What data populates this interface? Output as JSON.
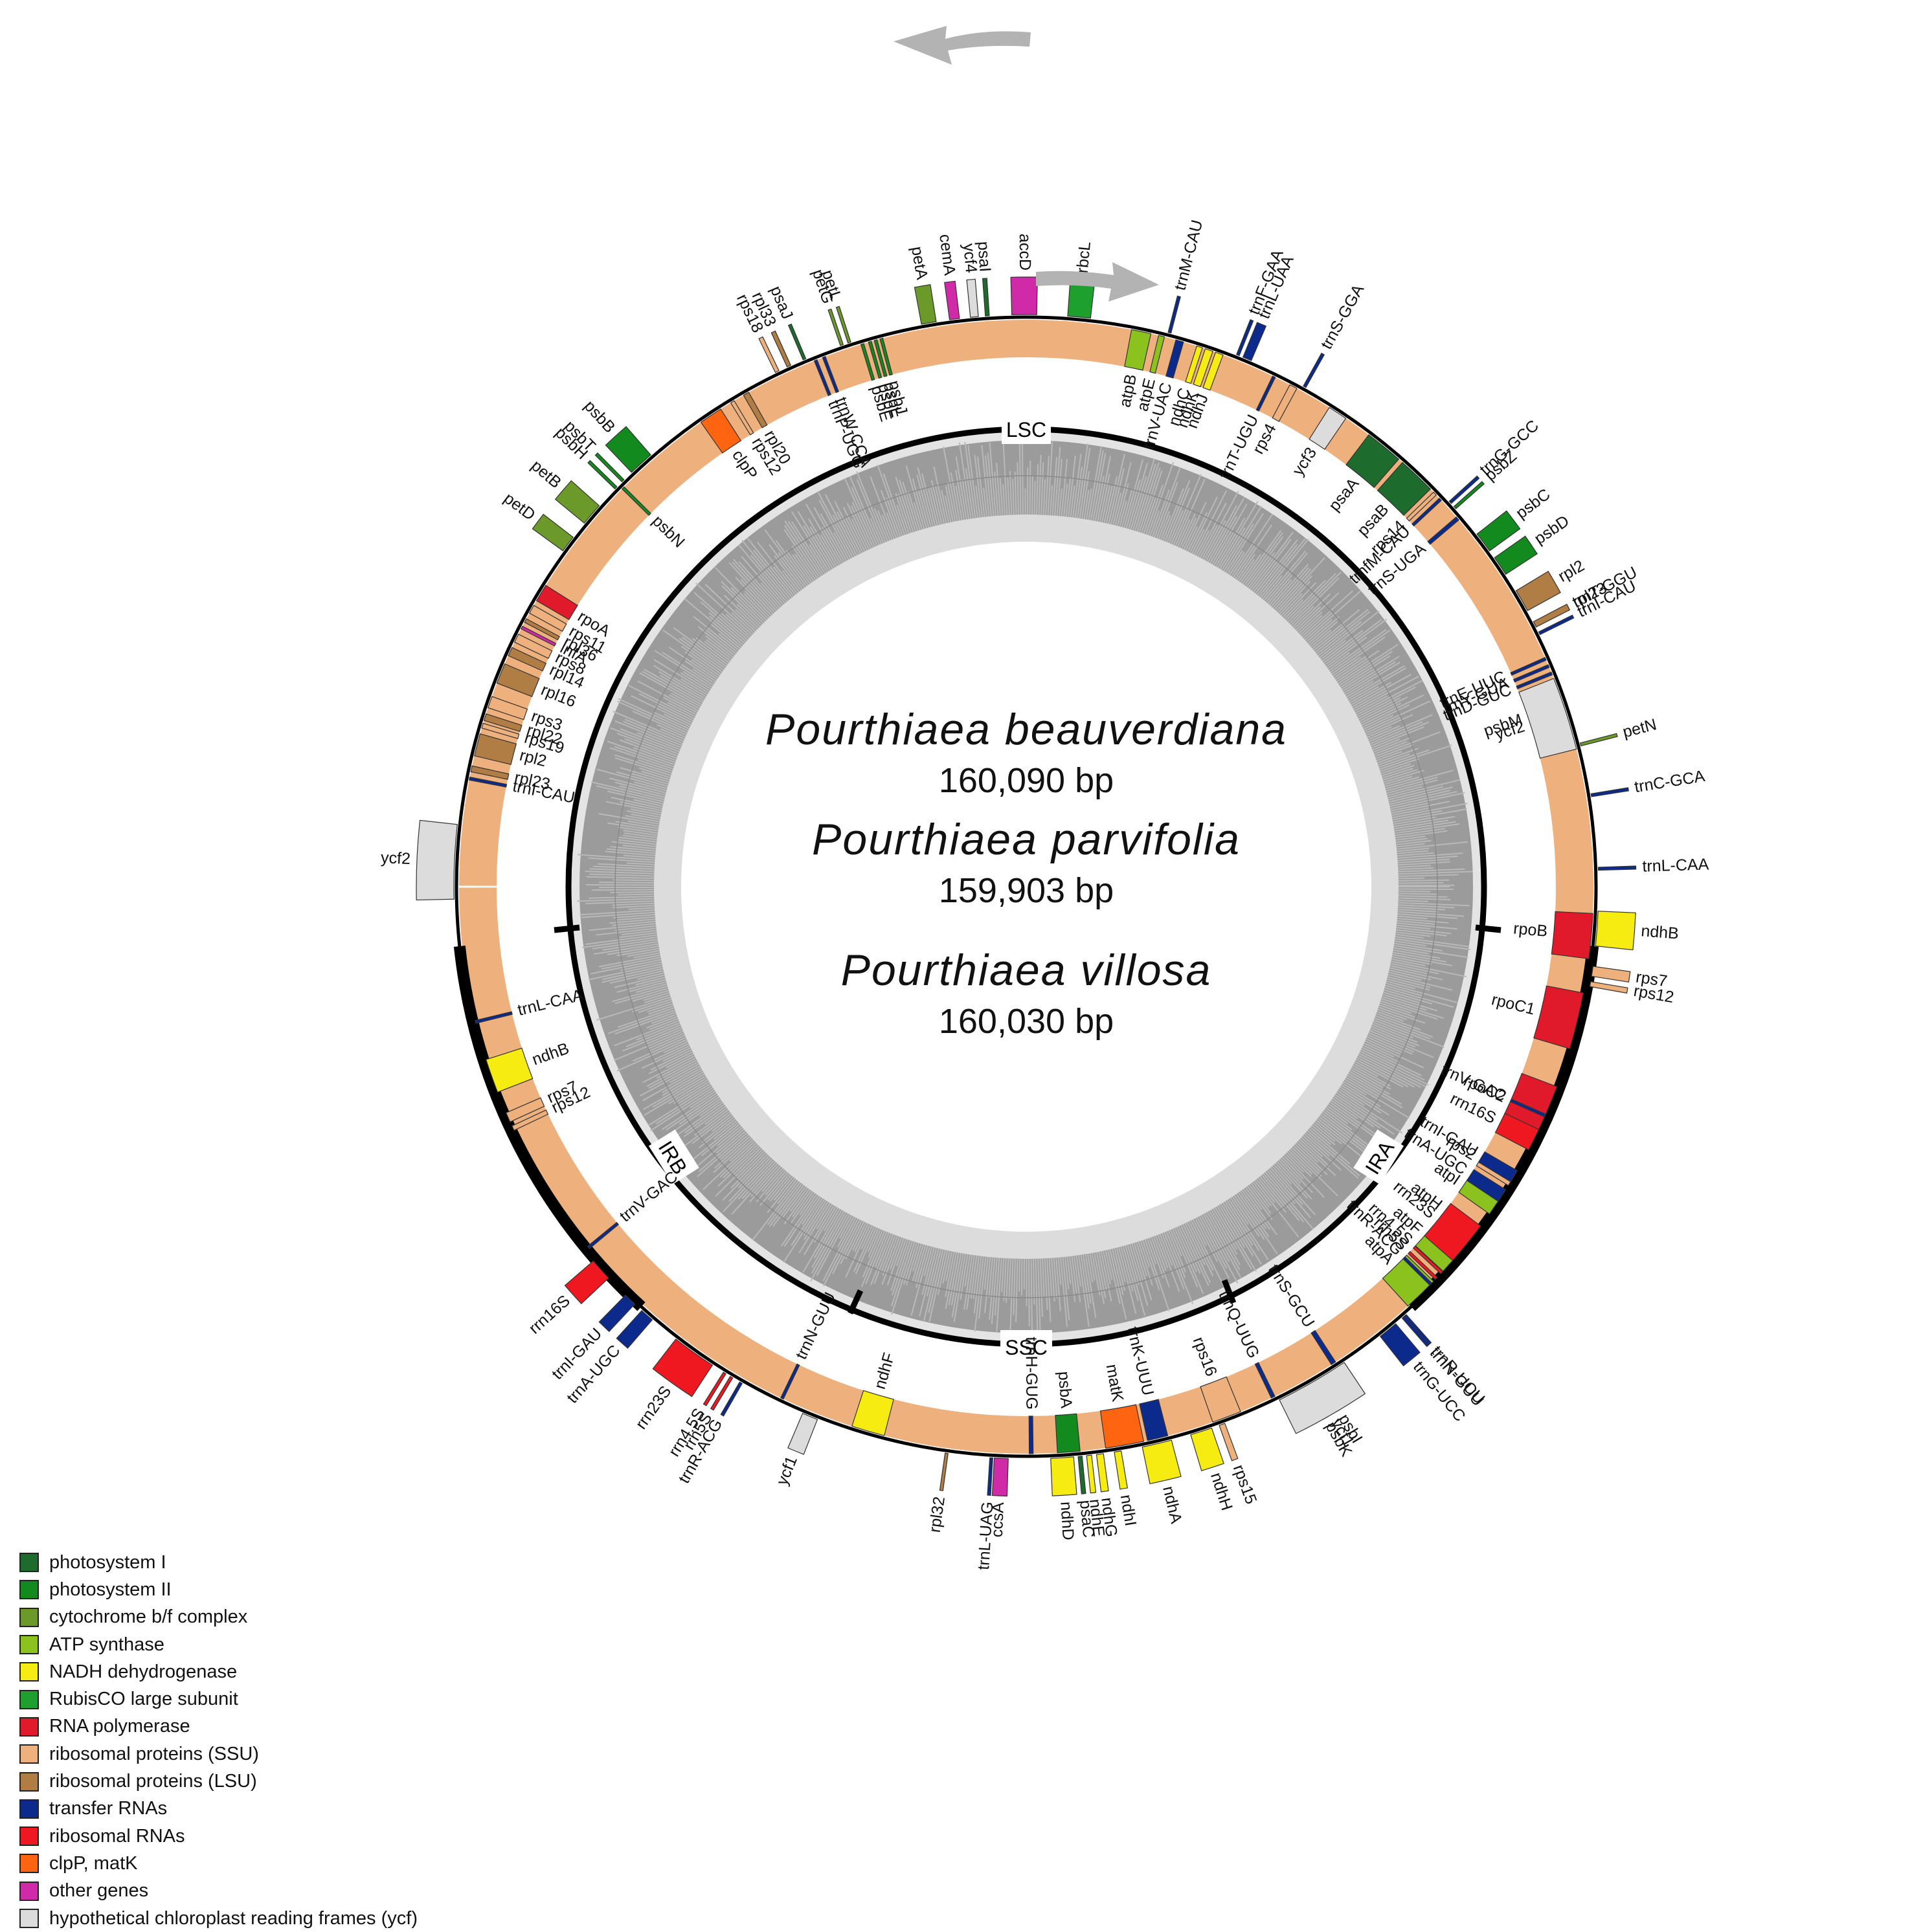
{
  "species": [
    {
      "name": "Pourthiaea beauverdiana",
      "size": "160,090 bp"
    },
    {
      "name": "Pourthiaea parvifolia",
      "size": "159,903 bp"
    },
    {
      "name": "Pourthiaea villosa",
      "size": "160,030 bp"
    }
  ],
  "regions": {
    "lsc": "LSC",
    "ssc": "SSC",
    "ira": "IRA",
    "irb": "IRB"
  },
  "legend": [
    {
      "key": "psI",
      "label": "photosystem I",
      "color": "#1e6b2e"
    },
    {
      "key": "psII",
      "label": "photosystem II",
      "color": "#138a1e"
    },
    {
      "key": "cyt",
      "label": "cytochrome b/f complex",
      "color": "#6b9a2a"
    },
    {
      "key": "atp",
      "label": "ATP synthase",
      "color": "#8cc21e"
    },
    {
      "key": "ndh",
      "label": "NADH dehydrogenase",
      "color": "#f7ec11"
    },
    {
      "key": "rbc",
      "label": "RubisCO large subunit",
      "color": "#1ea02e"
    },
    {
      "key": "rpo",
      "label": "RNA polymerase",
      "color": "#e0192b"
    },
    {
      "key": "ssu",
      "label": "ribosomal proteins (SSU)",
      "color": "#eeb07c"
    },
    {
      "key": "lsu",
      "label": "ribosomal proteins (LSU)",
      "color": "#b07d45"
    },
    {
      "key": "trna",
      "label": "transfer RNAs",
      "color": "#0c2a8c"
    },
    {
      "key": "rrna",
      "label": "ribosomal RNAs",
      "color": "#ef1820"
    },
    {
      "key": "clp",
      "label": "clpP, matK",
      "color": "#ff6410"
    },
    {
      "key": "oth",
      "label": "other genes",
      "color": "#d12aa8"
    },
    {
      "key": "ycf",
      "label": "hypothetical chloroplast reading frames (ycf)",
      "color": "#dcdcdc"
    }
  ],
  "genes": [
    {
      "n": "trnH-GUG",
      "a": 89.5,
      "w": 0.4,
      "c": "trna",
      "s": "in"
    },
    {
      "n": "psbA",
      "a": 85.7,
      "w": 2.3,
      "c": "psII",
      "s": "in"
    },
    {
      "n": "matK",
      "a": 80.0,
      "w": 3.9,
      "c": "clp",
      "s": "in"
    },
    {
      "n": "trnK-UUU",
      "a": 76.6,
      "w": 2.1,
      "c": "trna",
      "s": "in"
    },
    {
      "n": "rps16",
      "a": 69.3,
      "w": 3.0,
      "c": "ssu",
      "s": "in"
    },
    {
      "n": "trnQ-UUG",
      "a": 64.2,
      "w": 0.4,
      "c": "trna",
      "s": "in"
    },
    {
      "n": "psbK",
      "a": 60.6,
      "w": 0.6,
      "c": "psII",
      "s": "out"
    },
    {
      "n": "psbI",
      "a": 59.2,
      "w": 0.4,
      "c": "psII",
      "s": "out"
    },
    {
      "n": "trnS-GCU",
      "a": 57.2,
      "w": 0.5,
      "c": "trna",
      "s": "in"
    },
    {
      "n": "trnG-UCC",
      "a": 50.8,
      "w": 2.0,
      "c": "trna",
      "s": "out"
    },
    {
      "n": "trnR-UCU",
      "a": 48.6,
      "w": 0.4,
      "c": "trna",
      "s": "out"
    },
    {
      "n": "atpA",
      "a": 45.9,
      "w": 3.6,
      "c": "atp",
      "s": "in"
    },
    {
      "n": "atpF",
      "a": 41.3,
      "w": 2.8,
      "c": "atp",
      "s": "in"
    },
    {
      "n": "atpH",
      "a": 37.8,
      "w": 1.4,
      "c": "atp",
      "s": "in"
    },
    {
      "n": "atpI",
      "a": 34.4,
      "w": 1.7,
      "c": "atp",
      "s": "in"
    },
    {
      "n": "rps2",
      "a": 31.1,
      "w": 1.4,
      "c": "ssu",
      "s": "in"
    },
    {
      "n": "rpoC2",
      "a": 23.9,
      "w": 6.5,
      "c": "rpo",
      "s": "in"
    },
    {
      "n": "rpoC1",
      "a": 13.7,
      "w": 5.8,
      "c": "rpo",
      "s": "in"
    },
    {
      "n": "rpoB",
      "a": 5.0,
      "w": 4.6,
      "c": "rpo",
      "s": "in"
    },
    {
      "n": "trnC-GCA",
      "a": -9.2,
      "w": 0.3,
      "c": "trna",
      "s": "out"
    },
    {
      "n": "petN",
      "a": -14.4,
      "w": 0.3,
      "c": "cyt",
      "s": "out"
    },
    {
      "n": "psbM",
      "a": -18.6,
      "w": 0.3,
      "c": "psII",
      "s": "in"
    },
    {
      "n": "trnD-GUC",
      "a": -22.1,
      "w": 0.3,
      "c": "trna",
      "s": "in"
    },
    {
      "n": "trnY-GUA",
      "a": -22.9,
      "w": 0.3,
      "c": "trna",
      "s": "in"
    },
    {
      "n": "trnE-UUC",
      "a": -23.7,
      "w": 0.3,
      "c": "trna",
      "s": "in"
    },
    {
      "n": "trnT-GGU",
      "a": -27.3,
      "w": 0.3,
      "c": "trna",
      "s": "out"
    },
    {
      "n": "psbD",
      "a": -34.1,
      "w": 2.0,
      "c": "psII",
      "s": "out"
    },
    {
      "n": "psbC",
      "a": -37.0,
      "w": 2.1,
      "c": "psII",
      "s": "out"
    },
    {
      "n": "trnS-UGA",
      "a": -40.5,
      "w": 0.4,
      "c": "trna",
      "s": "in"
    },
    {
      "n": "psbZ",
      "a": -41.5,
      "w": 0.3,
      "c": "psII",
      "s": "out"
    },
    {
      "n": "trnG-GCC",
      "a": -42.2,
      "w": 0.3,
      "c": "trna",
      "s": "out"
    },
    {
      "n": "trnfM-CAU",
      "a": -43.1,
      "w": 0.3,
      "c": "trna",
      "s": "in"
    },
    {
      "n": "rps14",
      "a": -43.9,
      "w": 0.4,
      "c": "ssu",
      "s": "in"
    },
    {
      "n": "psaB",
      "a": -46.5,
      "w": 3.9,
      "c": "psI",
      "s": "in"
    },
    {
      "n": "psaA",
      "a": -50.9,
      "w": 3.9,
      "c": "psI",
      "s": "in"
    },
    {
      "n": "ycf3",
      "a": -56.7,
      "w": 2.0,
      "c": "ycf",
      "s": "in"
    },
    {
      "n": "trnS-GGA",
      "a": -60.9,
      "w": 0.3,
      "c": "trna",
      "s": "out"
    },
    {
      "n": "rps4",
      "a": -61.9,
      "w": 0.8,
      "c": "ssu",
      "s": "in"
    },
    {
      "n": "trnT-UGU",
      "a": -64.1,
      "w": 0.3,
      "c": "trna",
      "s": "in"
    },
    {
      "n": "trnL-UAA",
      "a": -67.3,
      "w": 0.9,
      "c": "trna",
      "s": "out"
    },
    {
      "n": "trnF-GAA",
      "a": -68.3,
      "w": 0.3,
      "c": "trna",
      "s": "out"
    },
    {
      "n": "ndhJ",
      "a": -70.1,
      "w": 0.8,
      "c": "ndh",
      "s": "in"
    },
    {
      "n": "ndhK",
      "a": -71.2,
      "w": 0.8,
      "c": "ndh",
      "s": "in"
    },
    {
      "n": "ndhC",
      "a": -72.2,
      "w": 0.6,
      "c": "ndh",
      "s": "in"
    },
    {
      "n": "trnV-UAC",
      "a": -74.3,
      "w": 0.8,
      "c": "trna",
      "s": "in"
    },
    {
      "n": "trnM-CAU",
      "a": -75.5,
      "w": 0.3,
      "c": "trna",
      "s": "out"
    },
    {
      "n": "atpE",
      "a": -76.2,
      "w": 0.6,
      "c": "atp",
      "s": "in"
    },
    {
      "n": "atpB",
      "a": -78.3,
      "w": 2.0,
      "c": "atp",
      "s": "in"
    },
    {
      "n": "rbcL",
      "a": -84.7,
      "w": 2.3,
      "c": "rbc",
      "s": "out"
    },
    {
      "n": "accD",
      "a": -90.2,
      "w": 2.5,
      "c": "oth",
      "s": "out"
    },
    {
      "n": "psaI",
      "a": -93.9,
      "w": 0.4,
      "c": "psI",
      "s": "out"
    },
    {
      "n": "ycf4",
      "a": -95.2,
      "w": 0.8,
      "c": "ycf",
      "s": "out"
    },
    {
      "n": "cemA",
      "a": -97.2,
      "w": 1.0,
      "c": "oth",
      "s": "out"
    },
    {
      "n": "petA",
      "a": -99.8,
      "w": 1.5,
      "c": "cyt",
      "s": "out"
    },
    {
      "n": "psbJ",
      "a": -104.8,
      "w": 0.3,
      "c": "psII",
      "s": "in"
    },
    {
      "n": "psbL",
      "a": -105.4,
      "w": 0.3,
      "c": "psII",
      "s": "in"
    },
    {
      "n": "psbF",
      "a": -106.0,
      "w": 0.3,
      "c": "psII",
      "s": "in"
    },
    {
      "n": "psbE",
      "a": -106.8,
      "w": 0.3,
      "c": "psII",
      "s": "in"
    },
    {
      "n": "petL",
      "a": -108.0,
      "w": 0.3,
      "c": "cyt",
      "s": "out"
    },
    {
      "n": "petG",
      "a": -108.8,
      "w": 0.3,
      "c": "cyt",
      "s": "out"
    },
    {
      "n": "trnW-CCA",
      "a": -110.9,
      "w": 0.3,
      "c": "trna",
      "s": "in"
    },
    {
      "n": "trnP-UGG",
      "a": -111.8,
      "w": 0.3,
      "c": "trna",
      "s": "in"
    },
    {
      "n": "psaJ",
      "a": -112.8,
      "w": 0.3,
      "c": "psI",
      "s": "out"
    },
    {
      "n": "rpl33",
      "a": -114.5,
      "w": 0.4,
      "c": "lsu",
      "s": "out"
    },
    {
      "n": "rps18",
      "a": -115.8,
      "w": 0.4,
      "c": "ssu",
      "s": "out"
    },
    {
      "n": "rpl20",
      "a": -119.6,
      "w": 0.6,
      "c": "lsu",
      "s": "in"
    },
    {
      "n": "rps12",
      "a": -121.2,
      "w": 0.4,
      "c": "ssu",
      "s": "in"
    },
    {
      "n": "clpP",
      "a": -123.8,
      "w": 2.4,
      "c": "clp",
      "s": "in"
    },
    {
      "n": "psbB",
      "a": -132.3,
      "w": 2.6,
      "c": "psII",
      "s": "out"
    },
    {
      "n": "psbT",
      "a": -134.8,
      "w": 0.3,
      "c": "psII",
      "s": "out"
    },
    {
      "n": "psbN",
      "a": -135.3,
      "w": 0.3,
      "c": "psII",
      "s": "in"
    },
    {
      "n": "psbH",
      "a": -135.8,
      "w": 0.3,
      "c": "psII",
      "s": "out"
    },
    {
      "n": "petB",
      "a": -139.4,
      "w": 2.3,
      "c": "cyt",
      "s": "out"
    },
    {
      "n": "petD",
      "a": -143.2,
      "w": 1.7,
      "c": "cyt",
      "s": "out"
    },
    {
      "n": "rpoA",
      "a": -148.8,
      "w": 1.8,
      "c": "rpo",
      "s": "in"
    },
    {
      "n": "rps11",
      "a": -150.7,
      "w": 0.9,
      "c": "ssu",
      "s": "in"
    },
    {
      "n": "rpl36",
      "a": -152.0,
      "w": 0.4,
      "c": "lsu",
      "s": "in"
    },
    {
      "n": "infA",
      "a": -152.8,
      "w": 0.3,
      "c": "oth",
      "s": "in"
    },
    {
      "n": "rps8",
      "a": -154.0,
      "w": 0.9,
      "c": "ssu",
      "s": "in"
    },
    {
      "n": "rpl14",
      "a": -155.5,
      "w": 0.9,
      "c": "lsu",
      "s": "in"
    },
    {
      "n": "rpl16",
      "a": -157.9,
      "w": 2.1,
      "c": "lsu",
      "s": "in"
    },
    {
      "n": "rps3",
      "a": -161.0,
      "w": 1.2,
      "c": "ssu",
      "s": "in"
    },
    {
      "n": "rpl22",
      "a": -162.6,
      "w": 0.7,
      "c": "lsu",
      "s": "in"
    },
    {
      "n": "rps19",
      "a": -163.5,
      "w": 0.5,
      "c": "ssu",
      "s": "in"
    },
    {
      "n": "rpl2",
      "a": -165.5,
      "w": 2.3,
      "c": "lsu",
      "s": "in"
    },
    {
      "n": "rpl23",
      "a": -168.0,
      "w": 0.6,
      "c": "lsu",
      "s": "in"
    },
    {
      "n": "trnI-CAU",
      "a": -169.0,
      "w": 0.3,
      "c": "trna",
      "s": "in"
    },
    {
      "n": "ycf2",
      "a": -177.5,
      "w": 7.5,
      "c": "ycf",
      "s": "out"
    },
    {
      "n": "trnL-CAA",
      "a": -193.8,
      "w": 0.3,
      "c": "trna",
      "s": "in"
    },
    {
      "n": "ndhB",
      "a": -199.5,
      "w": 3.5,
      "c": "ndh",
      "s": "in"
    },
    {
      "n": "rps7",
      "a": -204.0,
      "w": 1.0,
      "c": "ssu",
      "s": "in"
    },
    {
      "n": "rps12",
      "a": -205.2,
      "w": 0.5,
      "c": "ssu",
      "s": "in"
    },
    {
      "n": "trnV-GAC",
      "a": -219.5,
      "w": 0.3,
      "c": "trna",
      "s": "in"
    },
    {
      "n": "rrn16S",
      "a": -222.0,
      "w": 2.3,
      "c": "rrna",
      "s": "out"
    },
    {
      "n": "trnI-GAU",
      "a": -226.2,
      "w": 1.3,
      "c": "trna",
      "s": "out"
    },
    {
      "n": "trnA-UGC",
      "a": -228.5,
      "w": 1.4,
      "c": "trna",
      "s": "out"
    },
    {
      "n": "rrn23S",
      "a": -234.5,
      "w": 4.5,
      "c": "rrna",
      "s": "out"
    },
    {
      "n": "rrn4.5S",
      "a": -238.2,
      "w": 0.3,
      "c": "rrna",
      "s": "out"
    },
    {
      "n": "rrn5S",
      "a": -239.0,
      "w": 0.3,
      "c": "rrna",
      "s": "out"
    },
    {
      "n": "trnR-ACG",
      "a": -240.1,
      "w": 0.3,
      "c": "trna",
      "s": "out"
    },
    {
      "n": "trnN-GUU",
      "a": -244.5,
      "w": 0.3,
      "c": "trna",
      "s": "in"
    },
    {
      "n": "ycf1",
      "a": -247.8,
      "w": 1.6,
      "c": "ycf",
      "s": "out"
    },
    {
      "n": "ndhF",
      "a": -253.8,
      "w": 3.4,
      "c": "ndh",
      "s": "in"
    },
    {
      "n": "rpl32",
      "a": -262.0,
      "w": 0.3,
      "c": "lsu",
      "s": "out"
    },
    {
      "n": "trnL-UAG",
      "a": -266.5,
      "w": 0.3,
      "c": "trna",
      "s": "out"
    },
    {
      "n": "ccsA",
      "a": -267.5,
      "w": 1.4,
      "c": "oth",
      "s": "out"
    },
    {
      "n": "ndhD",
      "a": -273.6,
      "w": 2.3,
      "c": "ndh",
      "s": "out"
    },
    {
      "n": "psaC",
      "a": -275.4,
      "w": 0.4,
      "c": "psI",
      "s": "out"
    },
    {
      "n": "ndhE",
      "a": -276.3,
      "w": 0.5,
      "c": "ndh",
      "s": "out"
    },
    {
      "n": "ndhG",
      "a": -277.4,
      "w": 0.7,
      "c": "ndh",
      "s": "out"
    },
    {
      "n": "ndhI",
      "a": -279.2,
      "w": 0.7,
      "c": "ndh",
      "s": "out"
    },
    {
      "n": "ndhA",
      "a": -283.2,
      "w": 3.0,
      "c": "ndh",
      "s": "out"
    },
    {
      "n": "ndhH",
      "a": -287.8,
      "w": 2.2,
      "c": "ndh",
      "s": "out"
    },
    {
      "n": "rps15",
      "a": -290.0,
      "w": 0.6,
      "c": "ssu",
      "s": "out"
    },
    {
      "n": "ycf1",
      "a": -300.0,
      "w": 7.5,
      "c": "ycf",
      "s": "out"
    },
    {
      "n": "trnN-GUU",
      "a": -311.2,
      "w": 0.3,
      "c": "trna",
      "s": "out"
    },
    {
      "n": "trnR-ACG",
      "a": -315.5,
      "w": 0.3,
      "c": "trna",
      "s": "in"
    },
    {
      "n": "rrn5S",
      "a": -316.3,
      "w": 0.3,
      "c": "rrna",
      "s": "in"
    },
    {
      "n": "rrn4.5S",
      "a": -317.1,
      "w": 0.3,
      "c": "rrna",
      "s": "in"
    },
    {
      "n": "rrn23S",
      "a": -321.0,
      "w": 4.5,
      "c": "rrna",
      "s": "in"
    },
    {
      "n": "trnA-UGC",
      "a": -327.0,
      "w": 1.4,
      "c": "trna",
      "s": "in"
    },
    {
      "n": "trnI-GAU",
      "a": -329.3,
      "w": 1.3,
      "c": "trna",
      "s": "in"
    },
    {
      "n": "rrn16S",
      "a": -333.5,
      "w": 2.3,
      "c": "rrna",
      "s": "in"
    },
    {
      "n": "trnV-GAC",
      "a": -336.2,
      "w": 0.3,
      "c": "trna",
      "s": "in"
    },
    {
      "n": "rps12",
      "a": -350.2,
      "w": 0.5,
      "c": "ssu",
      "s": "out"
    },
    {
      "n": "rps7",
      "a": -351.5,
      "w": 1.0,
      "c": "ssu",
      "s": "out"
    },
    {
      "n": "ndhB",
      "a": -355.8,
      "w": 3.5,
      "c": "ndh",
      "s": "out"
    },
    {
      "n": "trnL-CAA",
      "a": -361.8,
      "w": 0.3,
      "c": "trna",
      "s": "out"
    },
    {
      "n": "ycf2",
      "a": -377.8,
      "w": 7.5,
      "c": "ycf",
      "s": "in"
    },
    {
      "n": "trnI-CAU",
      "a": -386.3,
      "w": 0.3,
      "c": "trna",
      "s": "out"
    },
    {
      "n": "rpl23",
      "a": -387.3,
      "w": 0.6,
      "c": "lsu",
      "s": "out"
    },
    {
      "n": "rpl2",
      "a": -390.0,
      "w": 2.3,
      "c": "lsu",
      "s": "out"
    }
  ]
}
